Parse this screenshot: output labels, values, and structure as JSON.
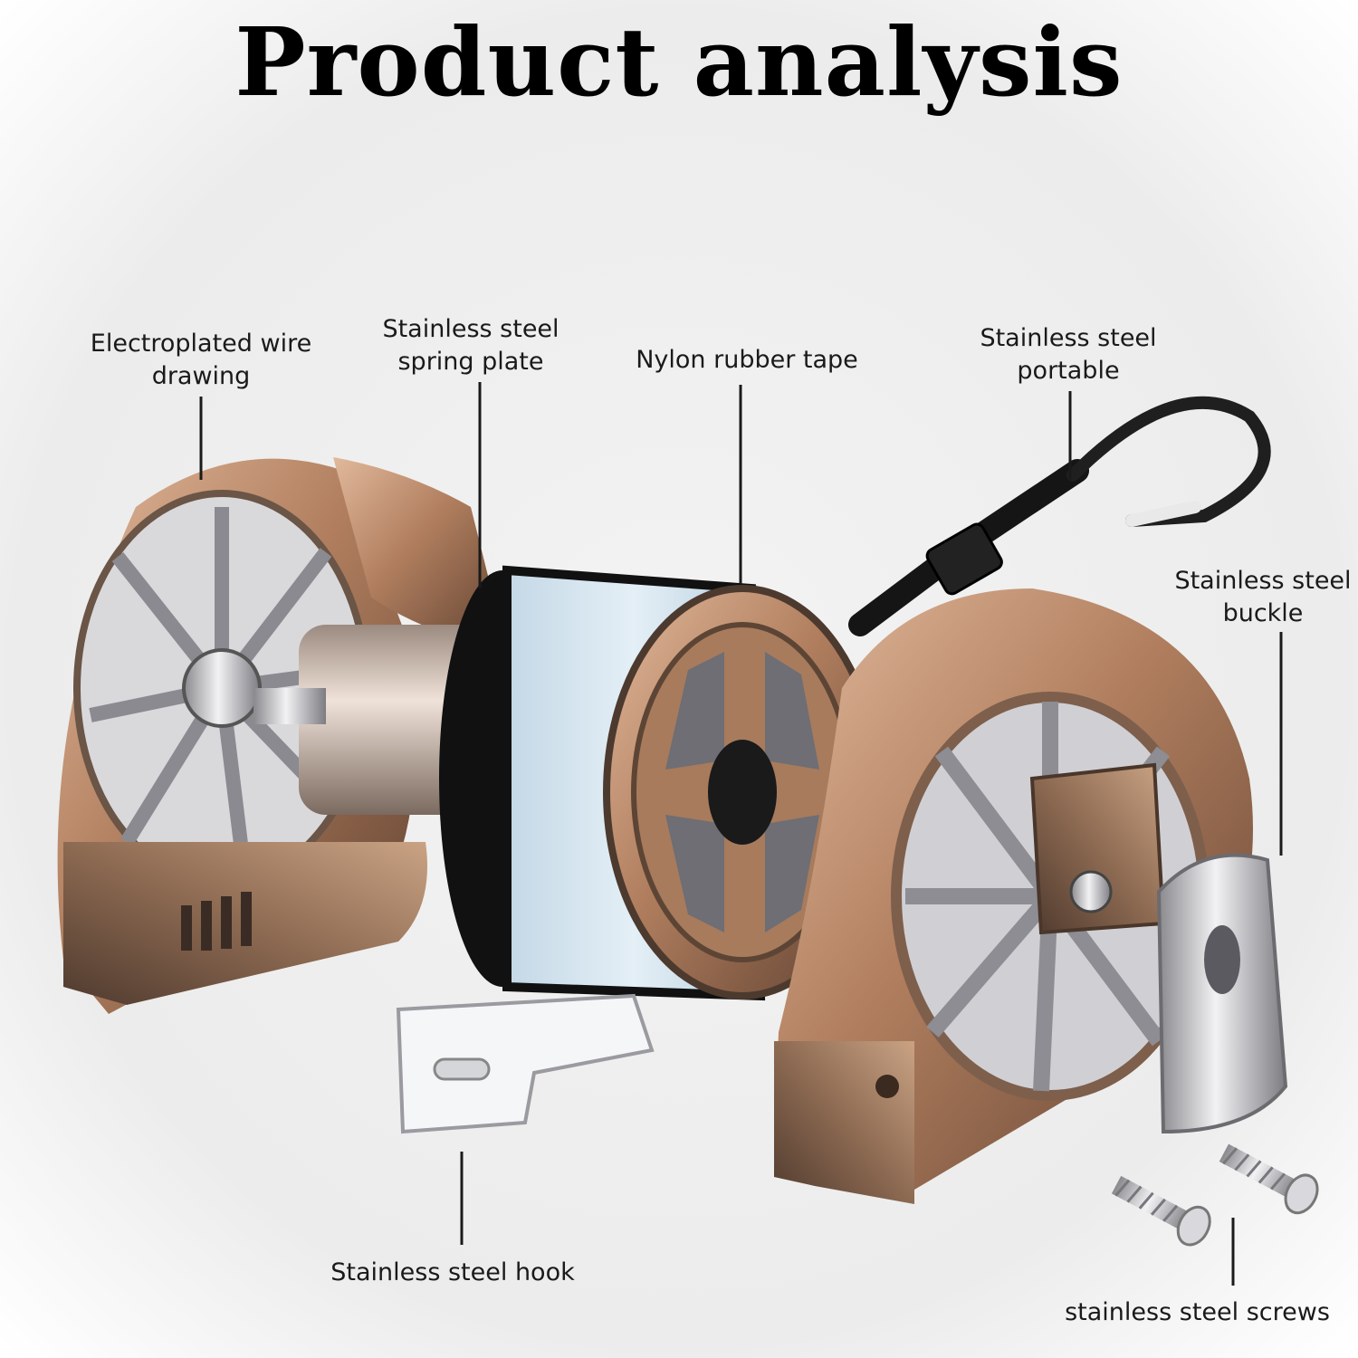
{
  "title": "Product analysis",
  "labels": {
    "electroplated": "Electroplated wire\ndrawing",
    "spring_plate": "Stainless steel\nspring plate",
    "nylon_tape": "Nylon rubber tape",
    "portable": "Stainless steel\nportable",
    "buckle": "Stainless steel\nbuckle",
    "hook": "Stainless steel hook",
    "screws": "stainless steel screws"
  },
  "colors": {
    "bronze_light": "#d9ab8a",
    "bronze_mid": "#b07e5e",
    "bronze_dark": "#5e4030",
    "steel": "#c8c8cc",
    "tape_face": "#d6e6f0",
    "strap": "#151515"
  }
}
